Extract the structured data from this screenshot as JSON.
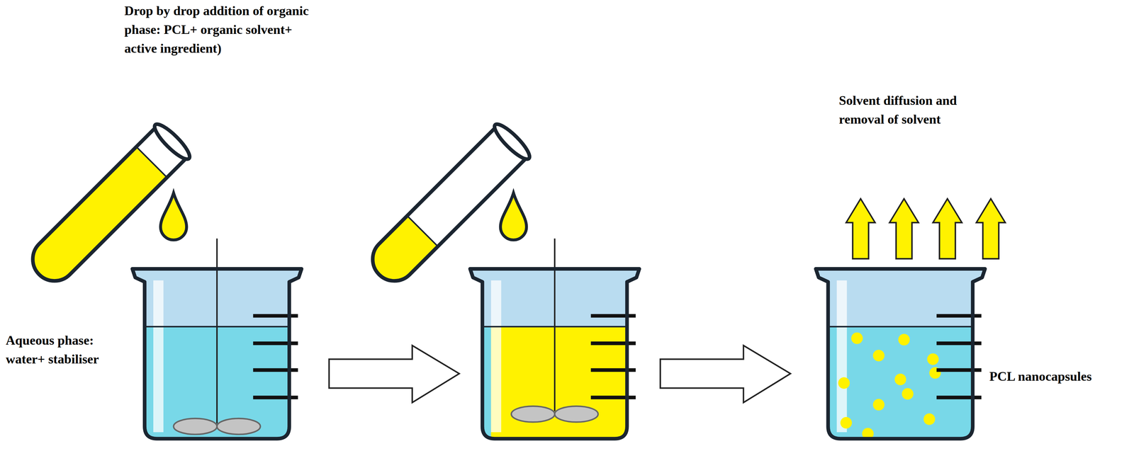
{
  "diagram": {
    "labels": [
      "Drop by drop addition of organic phase: PCL+ organic solvent+ active ingredient)",
      "Aqueous phase: water+ stabiliser",
      "Solvent diffusion and removal of solvent",
      "PCL nanocapsules"
    ]
  }
}
